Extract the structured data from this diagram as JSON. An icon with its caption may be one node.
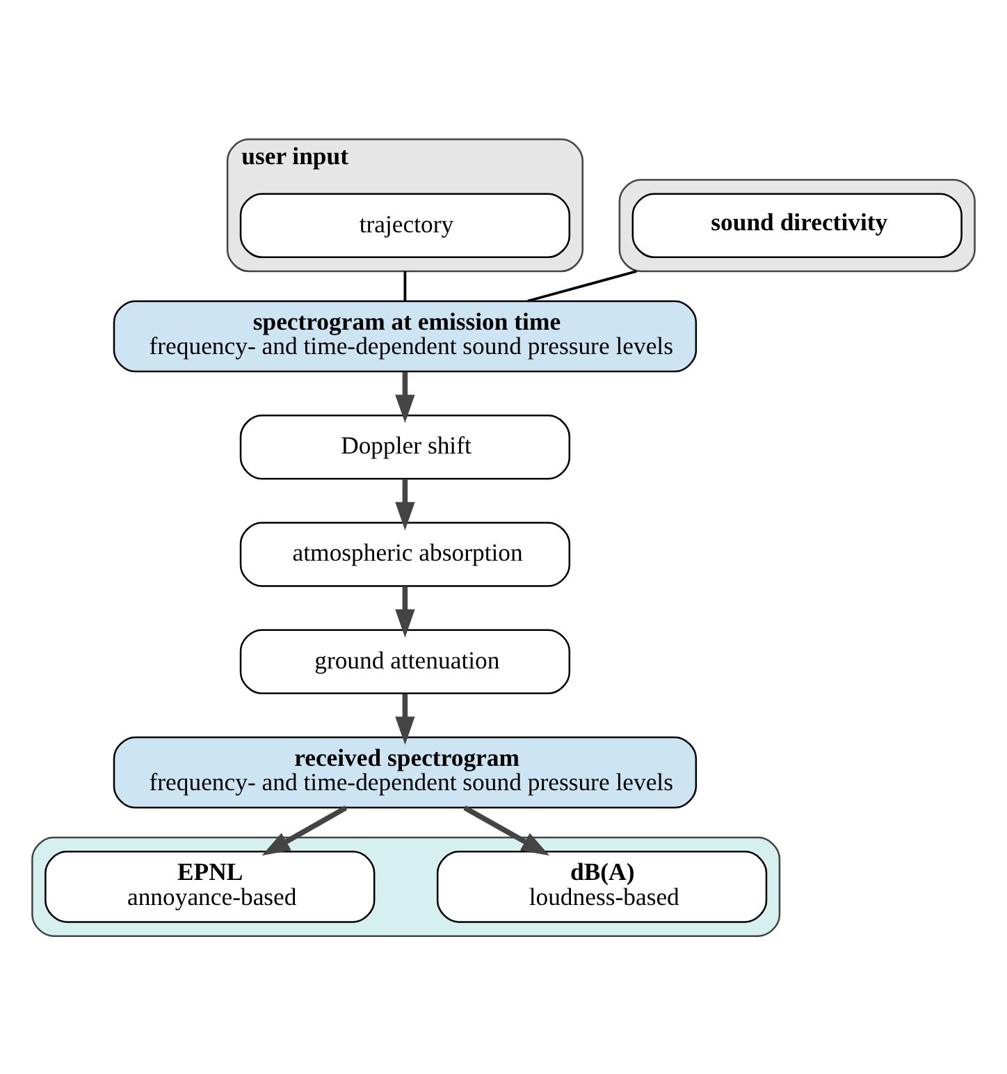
{
  "diagram": {
    "nodes": [
      {
        "text": [
          "user input"
        ]
      },
      {
        "text": [
          "trajectory"
        ],
        "in": 0
      },
      {
        "text": [],
        "shape": "box"
      },
      {
        "text": [
          "sound directivity"
        ],
        "in": 2
      },
      {
        "text": [
          "spectrogram at emission time",
          "frequency- and time-dependent sound pressure levels"
        ]
      },
      {
        "text": [
          "Doppler shift"
        ]
      },
      {
        "text": [
          "atmospheric absorption"
        ]
      },
      {
        "text": [
          "ground attenuation"
        ]
      },
      {
        "text": [
          "received spectrogram",
          "frequency- and time-dependent sound pressure levels"
        ]
      },
      {
        "text": [],
        "shape": "box"
      },
      {
        "text": [
          "dB(A)",
          "loudness-based"
        ],
        "in": 9
      },
      {
        "text": [
          "EPNL",
          "annoyance-based"
        ],
        "in": 9
      }
    ],
    "edges": [
      {
        "from": 0,
        "to": 4,
        "arrow": "none"
      },
      {
        "from": 2,
        "to": 4,
        "arrow": "none"
      },
      {
        "from": 4,
        "to": 5,
        "arrow": "to"
      },
      {
        "from": 5,
        "to": 6,
        "arrow": "to"
      },
      {
        "from": 6,
        "to": 7,
        "arrow": "to"
      },
      {
        "from": 7,
        "to": 8,
        "arrow": "to"
      },
      {
        "from": 8,
        "to": 10,
        "arrow": "to"
      },
      {
        "from": 8,
        "to": 11,
        "arrow": "to"
      }
    ]
  }
}
